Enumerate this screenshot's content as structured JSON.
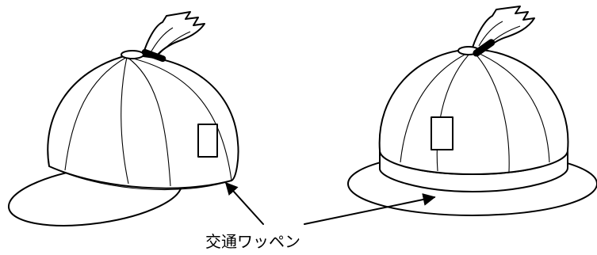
{
  "caption": {
    "text": "交通ワッペン"
  },
  "figures": [
    {
      "name": "cap-style-hat"
    },
    {
      "name": "brimmed-style-hat"
    }
  ]
}
